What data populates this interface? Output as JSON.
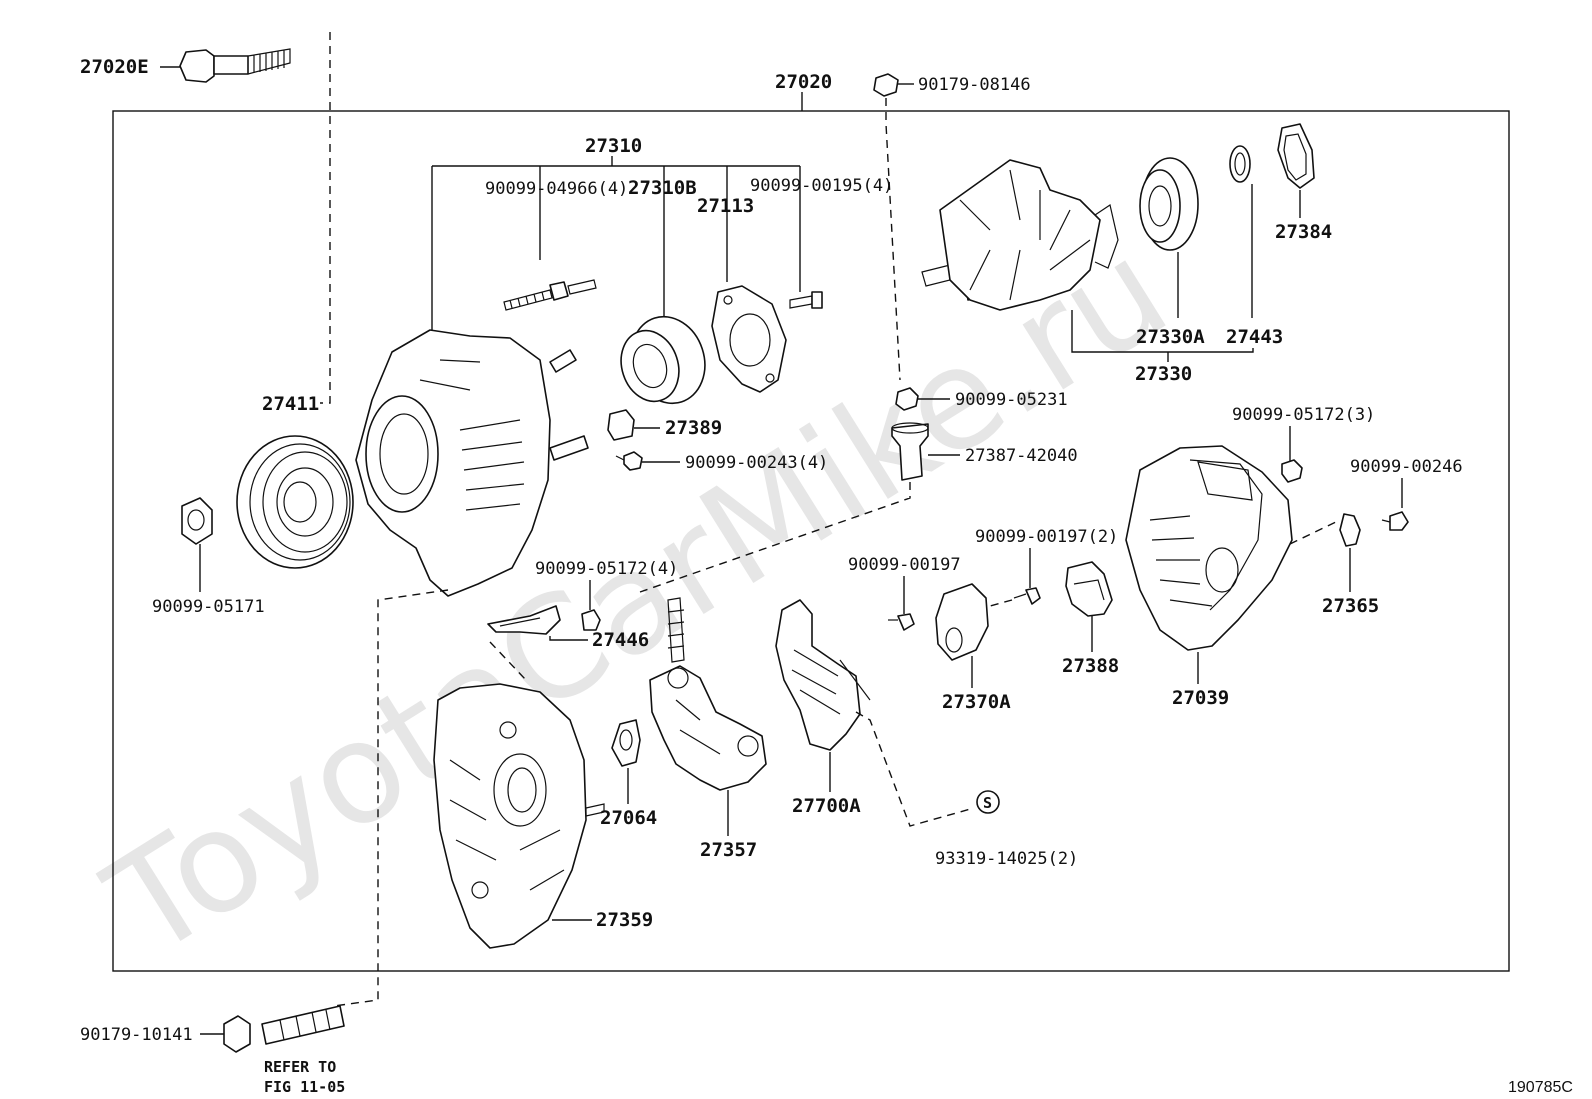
{
  "watermark": "ToyotaCarMike.ru",
  "figure_code": "190785C",
  "refer_note": {
    "line1": "REFER TO",
    "line2": "FIG 11-05"
  },
  "labels": {
    "p27020E": "27020E",
    "p27020": "27020",
    "p90179_08146": "90179-08146",
    "p27310": "27310",
    "p90099_04966": "90099-04966(4)",
    "p27310B": "27310B",
    "p27113": "27113",
    "p90099_00195": "90099-00195(4)",
    "p27384": "27384",
    "p27330A": "27330A",
    "p27443": "27443",
    "p27330": "27330",
    "p27411": "27411",
    "p27389": "27389",
    "p90099_00243": "90099-00243(4)",
    "p90099_05231": "90099-05231",
    "p27387_42040": "27387-42040",
    "p90099_05172_3": "90099-05172(3)",
    "p90099_00246": "90099-00246",
    "p90099_05171": "90099-05171",
    "p90099_05172_4": "90099-05172(4)",
    "p27446": "27446",
    "p90099_00197": "90099-00197",
    "p90099_00197_2": "90099-00197(2)",
    "p27365": "27365",
    "p27388": "27388",
    "p27370A": "27370A",
    "p27039": "27039",
    "p27064": "27064",
    "p27357": "27357",
    "p27700A": "27700A",
    "p93319_14025": "93319-14025(2)",
    "p27359": "27359",
    "p90179_10141": "90179-10141",
    "s_mark": "S"
  }
}
